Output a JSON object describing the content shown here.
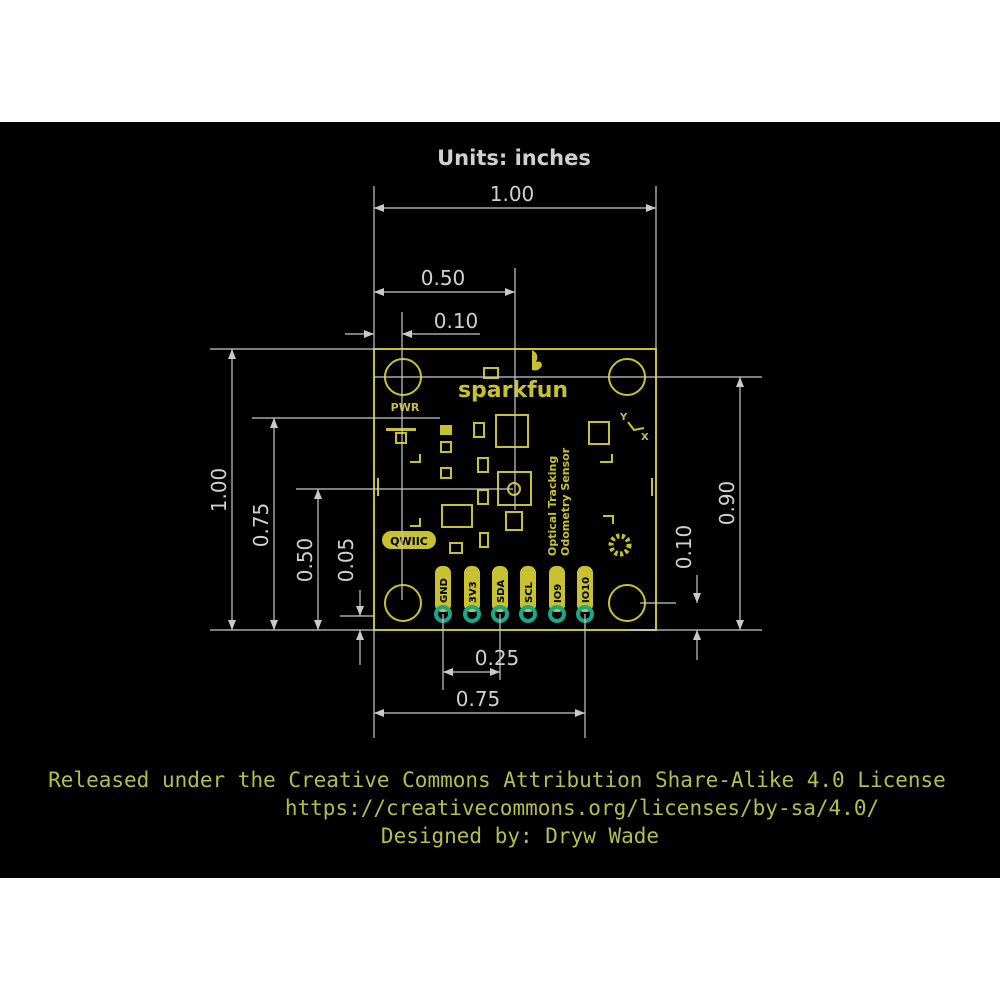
{
  "units_label": "Units: inches",
  "dimensions": {
    "board_width": "1.00",
    "half_width": "0.50",
    "hole_offset_x": "0.10",
    "board_height": "1.00",
    "height_075": "0.75",
    "height_050": "0.50",
    "pin_offset": "0.05",
    "hole_span_y": "0.90",
    "hole_offset_y": "0.10",
    "pin_span_025": "0.25",
    "pin_span_075": "0.75"
  },
  "board": {
    "logo": "sparkfun",
    "title_line1": "Optical Tracking",
    "title_line2": "Odometry Sensor",
    "pwr_label": "PWR",
    "qwiic_label": "QWIIC",
    "axis_y": "Y",
    "axis_x": "X",
    "pins": [
      "GND",
      "3V3",
      "SDA",
      "SCL",
      "IO9",
      "IO10"
    ]
  },
  "footer": {
    "license": "Released under the Creative Commons Attribution Share-Alike 4.0 License",
    "url": "https://creativecommons.org/licenses/by-sa/4.0/",
    "designer": "Designed by: Dryw Wade"
  },
  "colors": {
    "silkscreen": "#c8c230",
    "pads": "#1aa88a",
    "dimension": "#c9c9c9",
    "footer_text": "#b4be4a"
  }
}
